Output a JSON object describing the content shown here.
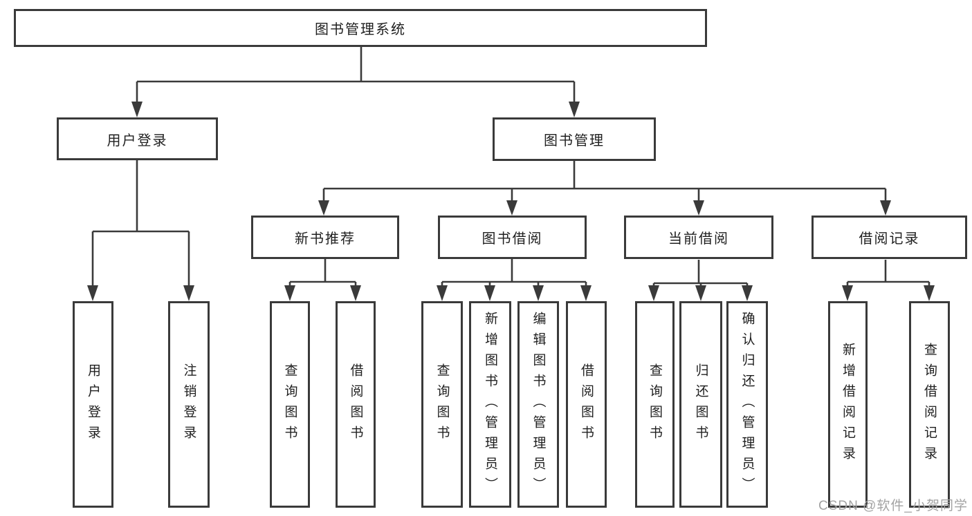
{
  "diagram": {
    "root": {
      "label": "图书管理系统"
    },
    "level2": [
      {
        "label": "用户登录"
      },
      {
        "label": "图书管理"
      }
    ],
    "level3": [
      {
        "label": "新书推荐"
      },
      {
        "label": "图书借阅"
      },
      {
        "label": "当前借阅"
      },
      {
        "label": "借阅记录"
      }
    ],
    "leaves": {
      "user_login": [
        "用户登录",
        "注销登录"
      ],
      "new_book": [
        "查询图书",
        "借阅图书"
      ],
      "book_borrow": [
        "查询图书",
        "新增图书（管理员）",
        "编辑图书（管理员）",
        "借阅图书"
      ],
      "current_borrow": [
        "查询图书",
        "归还图书",
        "确认归还（管理员）"
      ],
      "borrow_record": [
        "新增借阅记录",
        "查询借阅记录"
      ]
    }
  },
  "watermark": {
    "text": "CSDN @软件_小贺同学"
  },
  "colors": {
    "line": "#3a3a3a",
    "text": "#1f1f1f",
    "watermark": "#a3a3a3"
  }
}
